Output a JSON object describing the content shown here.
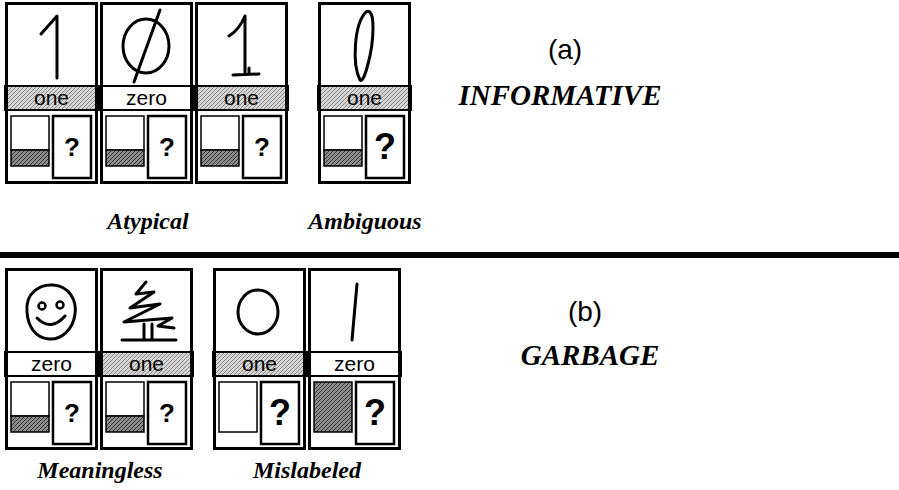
{
  "diagram": {
    "nodes": [
      {
        "text": [
          "one",
          "?"
        ]
      },
      {
        "text": [
          "zero",
          "?"
        ]
      },
      {
        "text": [
          "one",
          "?"
        ]
      },
      {
        "text": [
          "one",
          "?"
        ]
      },
      {
        "text": [
          "zero",
          "?"
        ]
      },
      {
        "text": [
          "one",
          "?"
        ]
      },
      {
        "text": [
          "one",
          "?"
        ]
      },
      {
        "text": [
          "zero",
          "?"
        ]
      }
    ],
    "labels": [
      "(a)",
      "INFORMATIVE",
      "Atypical",
      "Ambiguous",
      "(b)",
      "GARBAGE",
      "Meaningless",
      "Mislabeled"
    ]
  }
}
